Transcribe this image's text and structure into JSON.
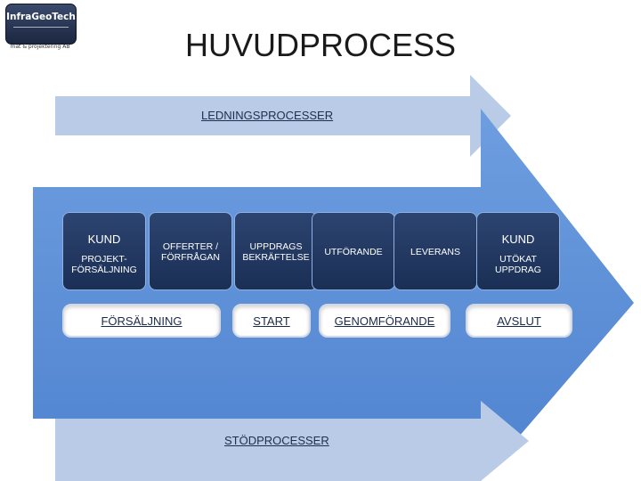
{
  "logo": {
    "name": "InfraGeoTech",
    "tagline": "mät & projektering AB"
  },
  "title": "HUVUDPROCESS",
  "top_band_label": "LEDNINGSPROCESSER",
  "bottom_band_label": "STÖDPROCESSER",
  "steps": [
    {
      "heading": "KUND",
      "text": "PROJEKT-\nFÖRSÄLJNING"
    },
    {
      "heading": "",
      "text": "OFFERTER /\nFÖRFRÅGAN"
    },
    {
      "heading": "",
      "text": "UPPDRAGS\nBEKRÄFTELSE"
    },
    {
      "heading": "",
      "text": "UTFÖRANDE"
    },
    {
      "heading": "",
      "text": "LEVERANS"
    },
    {
      "heading": "KUND",
      "text": "UTÖKAT\nUPPDRAG"
    }
  ],
  "phases": [
    "FÖRSÄLJNING",
    "START",
    "GENOMFÖRANDE",
    "AVSLUT"
  ],
  "colors": {
    "main_arrow": "#5b8ed6",
    "band_arrow": "#b9cbe6",
    "box": "#1f3560"
  }
}
